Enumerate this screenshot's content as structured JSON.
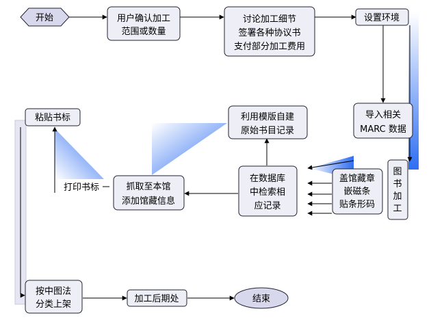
{
  "nodes": {
    "start": "开始",
    "confirm_1": "用户确认加工",
    "confirm_2": "范围或数量",
    "discuss_1": "讨论加工细节",
    "discuss_2": "签署各种协议书",
    "discuss_3": "支付部分加工费用",
    "setup_env": "设置环境",
    "import_1": "导入相关",
    "import_2": "MARC 数据",
    "template_1": "利用模版自建",
    "template_2": "原始书目记录",
    "search_1": "在数据库",
    "search_2": "中检索相",
    "search_3": "应记录",
    "stamp_1": "盖馆藏章",
    "stamp_2": "嵌磁条",
    "stamp_3": "贴条形码",
    "book_processing": [
      "图",
      "书",
      "加",
      "工"
    ],
    "fetch_1": "抓取至本馆",
    "fetch_2": "添加馆藏信息",
    "print_label": "打印书标",
    "paste_label": "粘贴书标",
    "shelve_1": "按中图法",
    "shelve_2": "分类上架",
    "post_process": "加工后期处",
    "end": "结束"
  },
  "colors": {
    "box_fill": "#eeeef6",
    "box_stroke": "#222233",
    "gradient_start": "#2e6ef2",
    "gradient_end": "#ffffff",
    "side_bar": "#e6e6f2",
    "arrow": "#000000"
  }
}
